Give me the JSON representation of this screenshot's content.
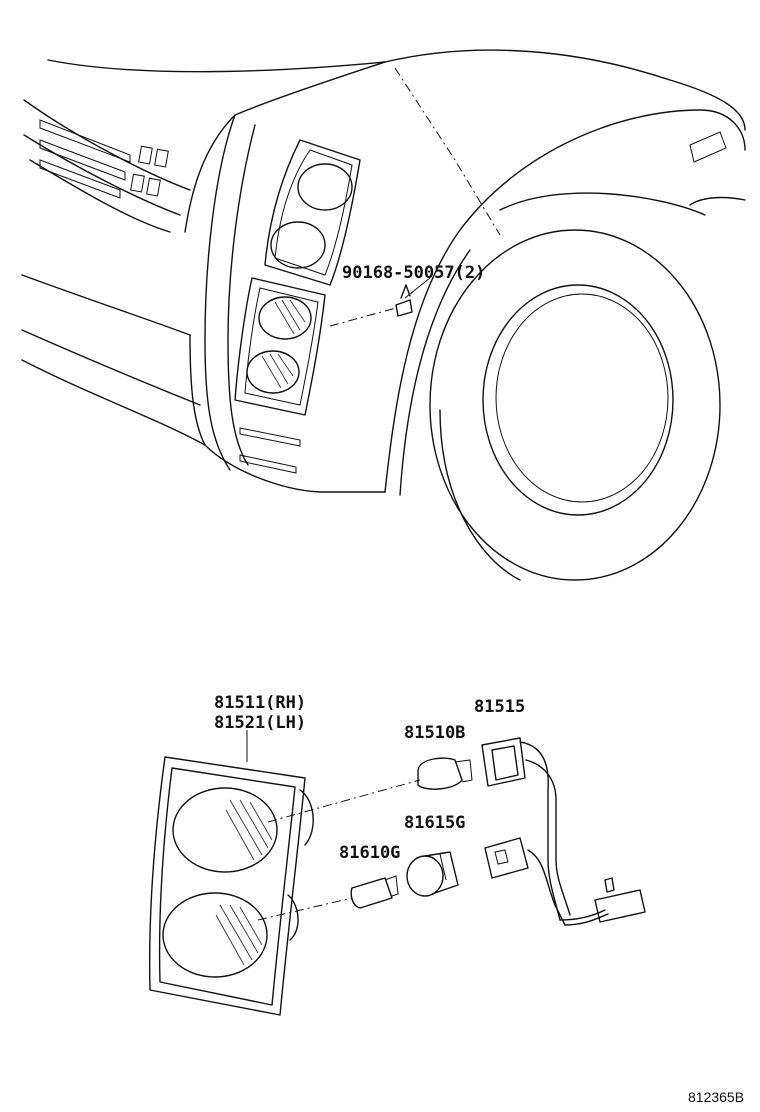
{
  "diagram": {
    "labels": {
      "screw": "90168-50057(2)",
      "lamp_rh": "81511(RH)",
      "lamp_lh": "81521(LH)",
      "socket_wire": "81515",
      "bulb_upper": "81510B",
      "socket_lower": "81615G",
      "bulb_lower": "81610G"
    },
    "reference": "812365B"
  }
}
